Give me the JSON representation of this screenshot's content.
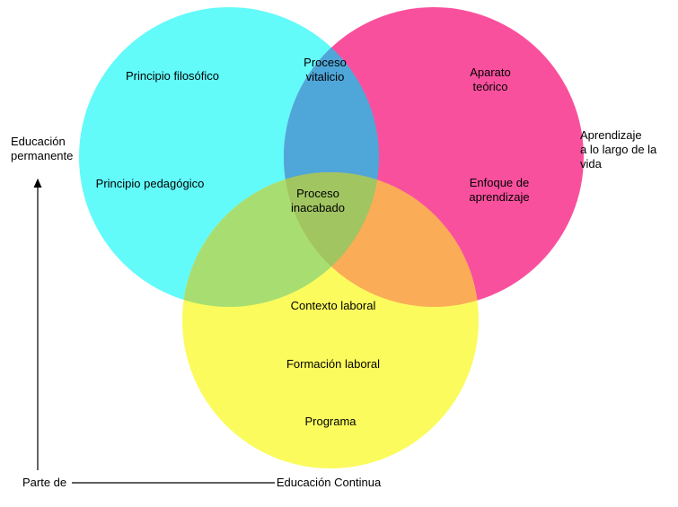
{
  "diagram": {
    "line_color": "#000000",
    "sets": {
      "educacion_permanente": {
        "label": "Educación\npermanente",
        "color": "#63FAFA",
        "items": {
          "principio_filosofico": "Principio filosófico",
          "principio_pedagogico": "Principio pedagógico"
        }
      },
      "aprendizaje_a_lo_largo_de_la_vida": {
        "label": "Aprendizaje\na lo largo de la vida",
        "color": "#F9509E",
        "items": {
          "aparato_teorico": "Aparato\nteórico",
          "enfoque_de_aprendizaje": "Enfoque de\naprendizaje"
        }
      },
      "educacion_continua": {
        "label": "Educación Continua",
        "color": "#FBFB5E",
        "items": {
          "contexto_laboral": "Contexto laboral",
          "formacion_laboral": "Formación laboral",
          "programa": "Programa"
        }
      }
    },
    "overlaps": {
      "cyan_pink": {
        "label": "Proceso\nvitalicio",
        "color": "#4FA6D9"
      },
      "cyan_yellow": {
        "color": "#A8DE71"
      },
      "pink_yellow": {
        "color": "#FBAC57"
      },
      "center": {
        "label": "Proceso\ninacabado",
        "color": "#A0C561"
      }
    },
    "annotations": {
      "parte_de": "Parte de"
    }
  }
}
